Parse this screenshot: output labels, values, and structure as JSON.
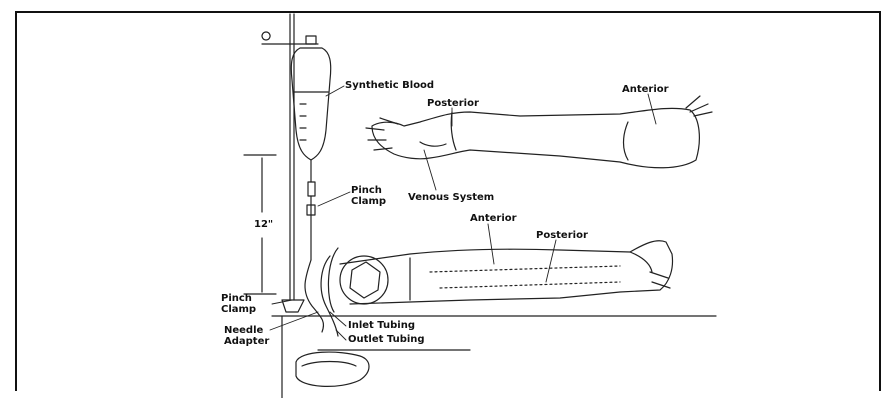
{
  "figure": {
    "labels": {
      "synthetic_blood": "Synthetic Blood",
      "posterior_top": "Posterior",
      "anterior_top": "Anterior",
      "venous_system": "Venous System",
      "pinch_clamp_upper": "Pinch\nClamp",
      "height": "12\"",
      "anterior_lower": "Anterior",
      "posterior_lower": "Posterior",
      "pinch_clamp_lower": "Pinch\nClamp",
      "needle_adapter": "Needle\nAdapter",
      "inlet_tubing": "Inlet Tubing",
      "outlet_tubing": "Outlet Tubing"
    }
  }
}
